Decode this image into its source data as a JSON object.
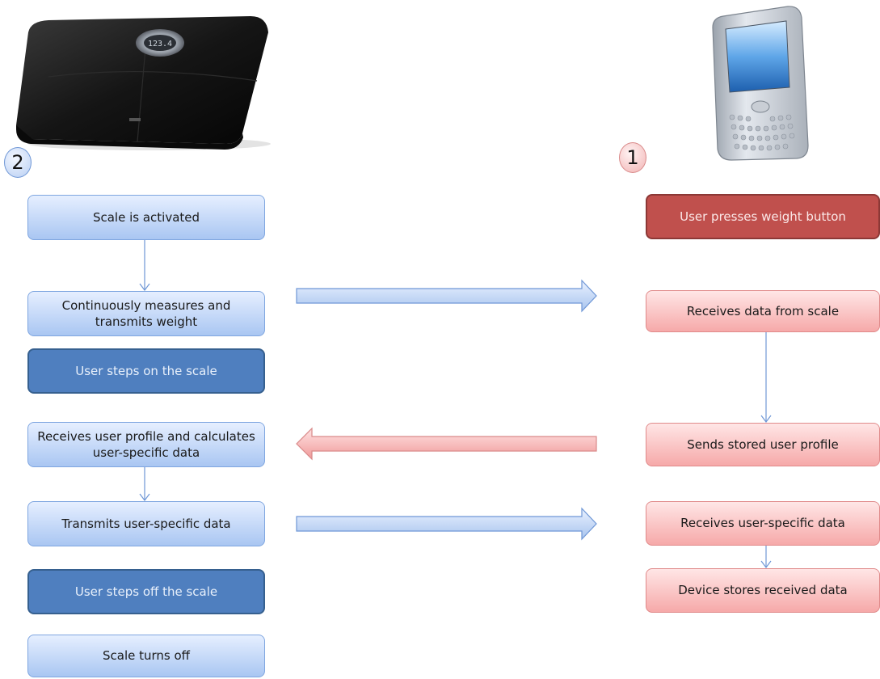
{
  "badges": {
    "scale_step": "2",
    "phone_step": "1"
  },
  "scale_flow": [
    "Scale is activated",
    "Continuously measures and transmits weight",
    "User steps on the scale",
    "Receives user profile and calculates user-specific data",
    "Transmits user-specific data",
    "User steps off the scale",
    "Scale turns off"
  ],
  "phone_flow": [
    "User  presses weight button",
    "Receives data from scale",
    "Sends stored user profile",
    "Receives user-specific data",
    "Device stores received data"
  ],
  "colors": {
    "scale_light": "#a9c6f2",
    "scale_dark": "#4f7fbf",
    "phone_light": "#f6a9a9",
    "phone_dark": "#c0504d"
  },
  "icons": [
    "bathroom-scale-icon",
    "mobile-phone-icon"
  ]
}
